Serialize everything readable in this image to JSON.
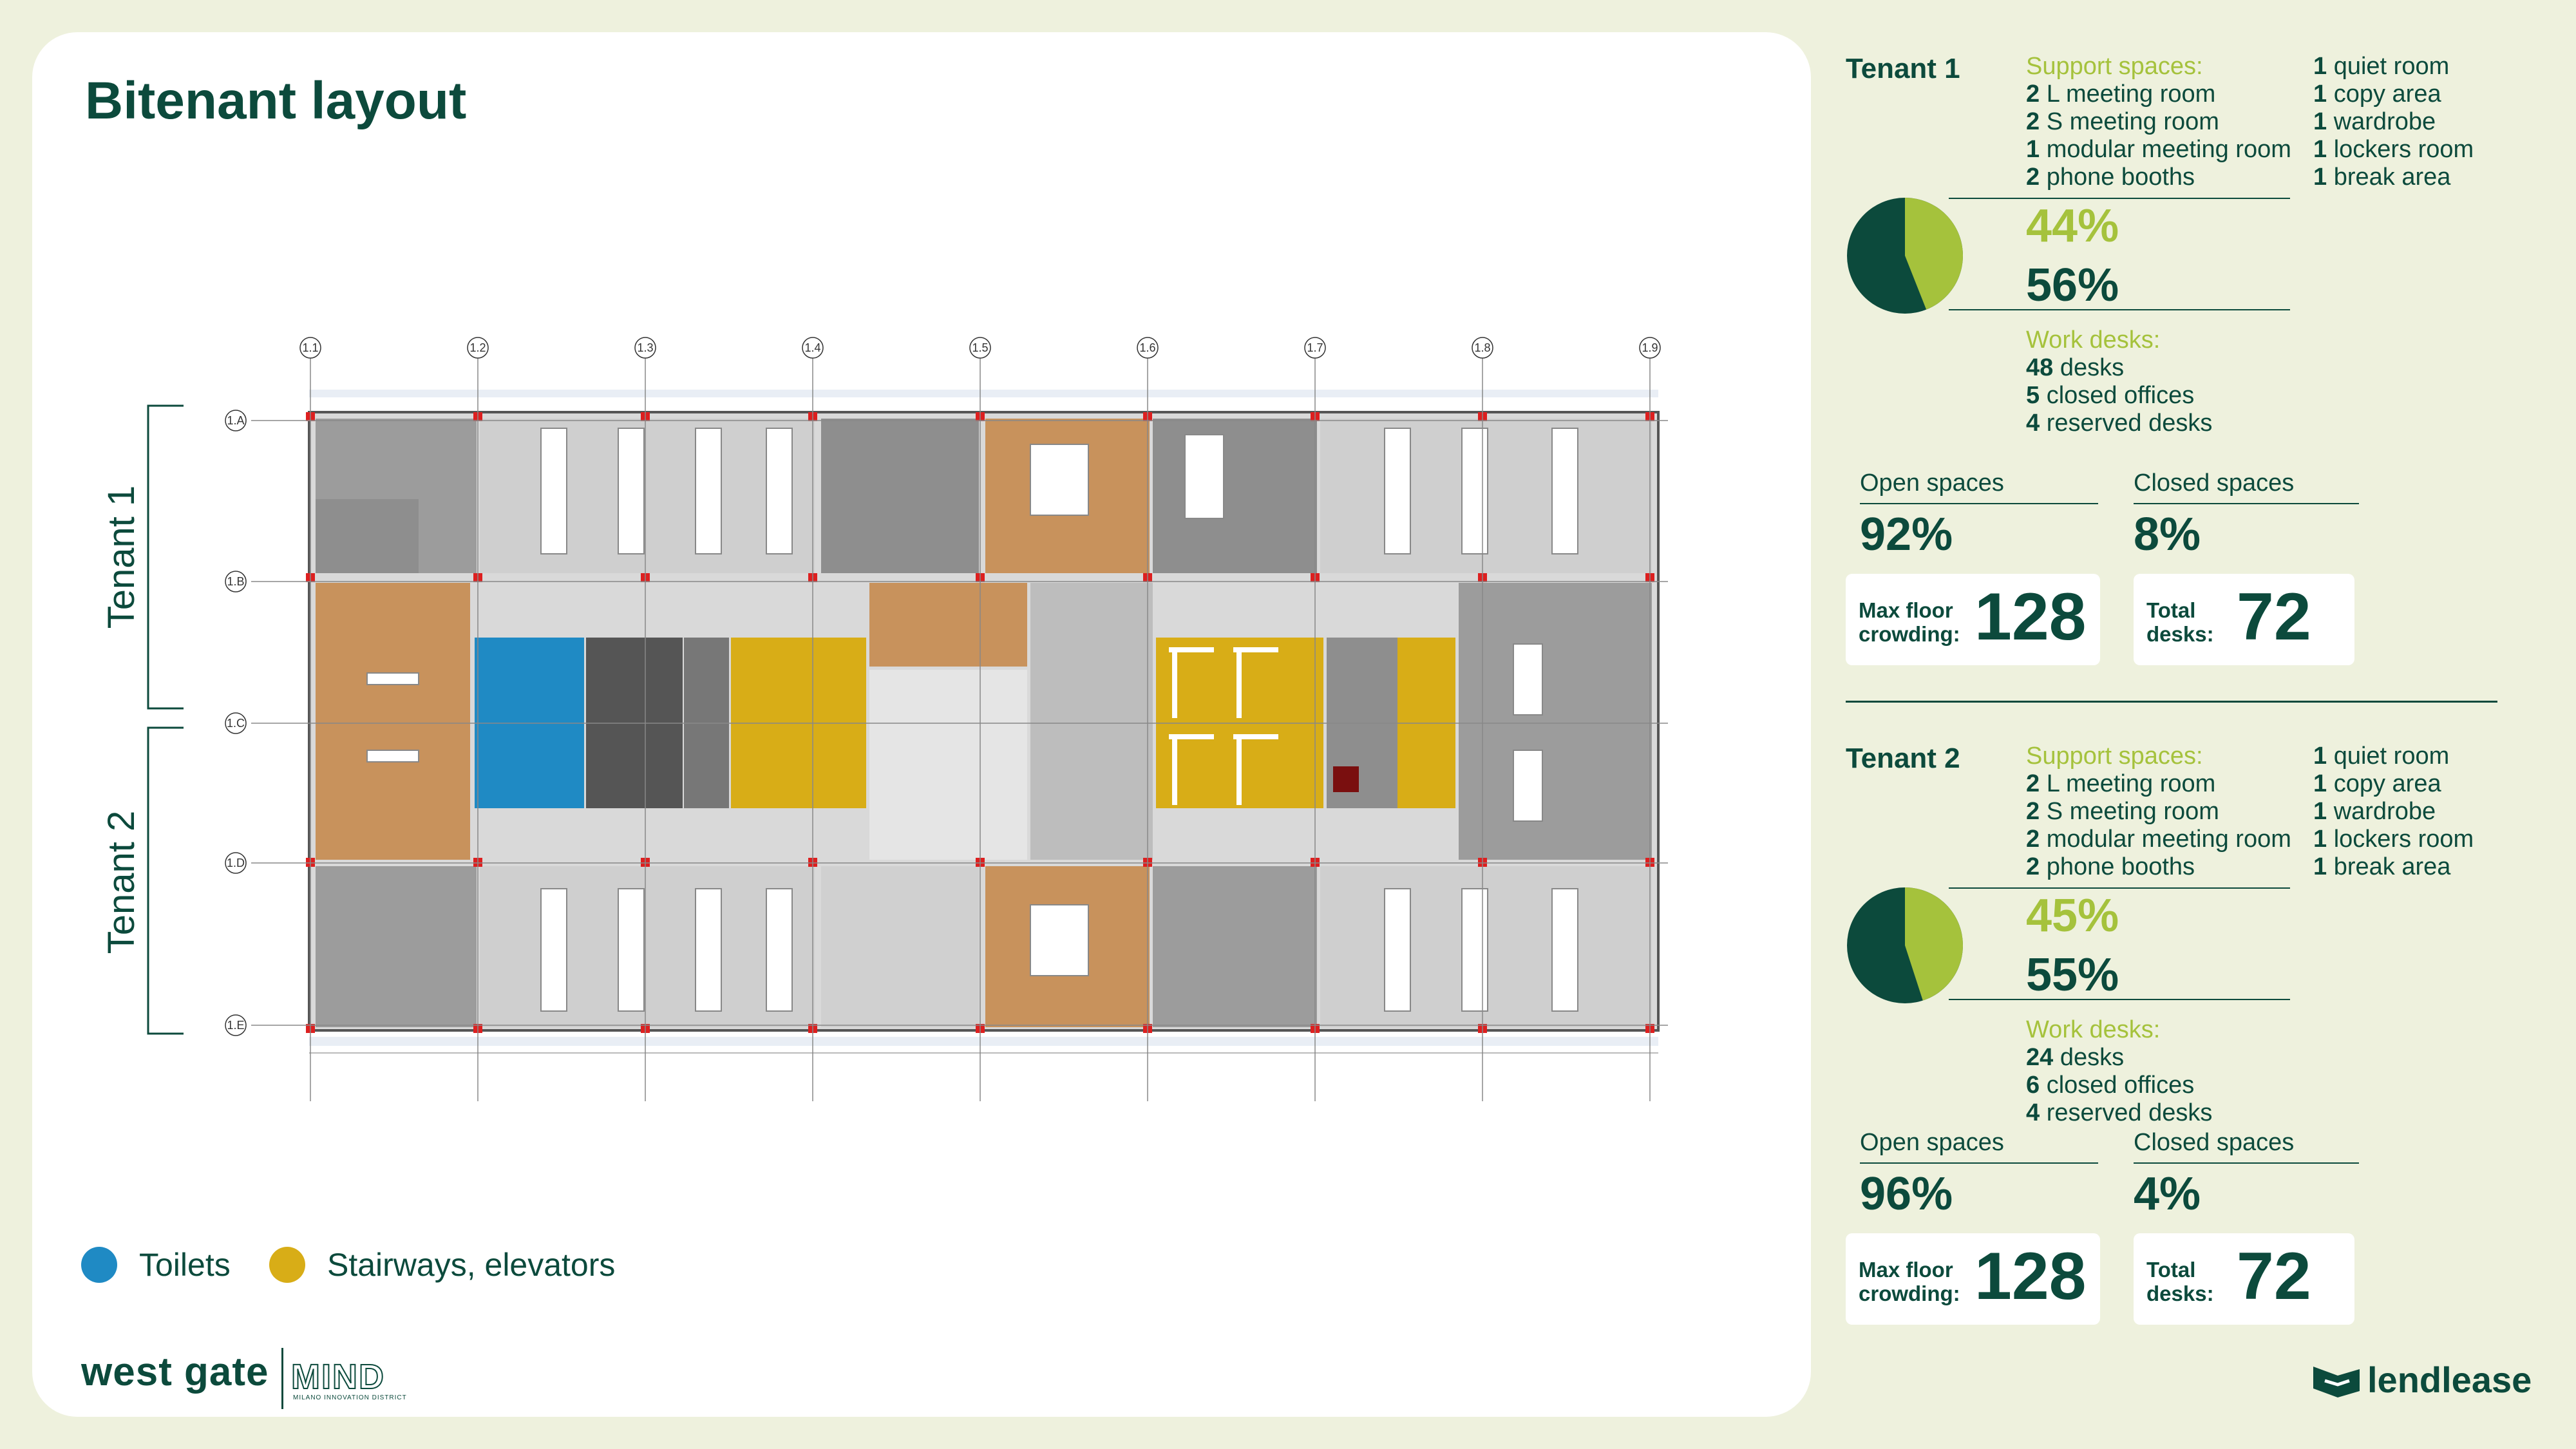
{
  "title": "Bitenant layout",
  "plan": {
    "tenant1_label": "Tenant 1",
    "tenant2_label": "Tenant 2",
    "grid_columns": [
      "1.1",
      "1.2",
      "1.3",
      "1.4",
      "1.5",
      "1.6",
      "1.7",
      "1.8",
      "1.9"
    ],
    "grid_rows": [
      "1.A",
      "1.B",
      "1.C",
      "1.D",
      "1.E"
    ]
  },
  "legend": [
    {
      "label": "Toilets",
      "color": "#1f8ac4"
    },
    {
      "label": "Stairways, elevators",
      "color": "#d8ad17"
    }
  ],
  "colors": {
    "brand_dark": "#0c4a3c",
    "brand_light": "#a5c23c",
    "page_bg": "#eef1dd",
    "toilets": "#1f8ac4",
    "stairs": "#d8ad17"
  },
  "logos": {
    "west_gate": "west gate",
    "mind": "MIND",
    "mind_sub": "MILANO INNOVATION DISTRICT",
    "lendlease": "lendlease"
  },
  "tenants": [
    {
      "name": "Tenant 1",
      "support_label": "Support spaces:",
      "support": [
        {
          "n": "2",
          "t": "L meeting room"
        },
        {
          "n": "2",
          "t": "S meeting room"
        },
        {
          "n": "1",
          "t": "modular meeting room"
        },
        {
          "n": "2",
          "t": "phone booths"
        }
      ],
      "other": [
        {
          "n": "1",
          "t": "quiet room"
        },
        {
          "n": "1",
          "t": "copy area"
        },
        {
          "n": "1",
          "t": "wardrobe"
        },
        {
          "n": "1",
          "t": "lockers room"
        },
        {
          "n": "1",
          "t": "break area"
        }
      ],
      "support_pct": 44,
      "work_pct": 56,
      "support_pct_label": "44%",
      "work_pct_label": "56%",
      "work_label": "Work desks:",
      "work": [
        {
          "n": "48",
          "t": "desks"
        },
        {
          "n": "5",
          "t": "closed offices"
        },
        {
          "n": "4",
          "t": "reserved desks"
        }
      ],
      "open_label": "Open spaces",
      "open_value": "92%",
      "closed_label": "Closed spaces",
      "closed_value": "8%",
      "max_label_1": "Max floor",
      "max_label_2": "crowding:",
      "max_value": "128",
      "total_label_1": "Total",
      "total_label_2": "desks:",
      "total_value": "72"
    },
    {
      "name": "Tenant 2",
      "support_label": "Support spaces:",
      "support": [
        {
          "n": "2",
          "t": "L meeting room"
        },
        {
          "n": "2",
          "t": "S meeting room"
        },
        {
          "n": "2",
          "t": "modular meeting room"
        },
        {
          "n": "2",
          "t": "phone booths"
        }
      ],
      "other": [
        {
          "n": "1",
          "t": "quiet room"
        },
        {
          "n": "1",
          "t": "copy area"
        },
        {
          "n": "1",
          "t": "wardrobe"
        },
        {
          "n": "1",
          "t": "lockers room"
        },
        {
          "n": "1",
          "t": "break area"
        }
      ],
      "support_pct": 45,
      "work_pct": 55,
      "support_pct_label": "45%",
      "work_pct_label": "55%",
      "work_label": "Work desks:",
      "work": [
        {
          "n": "24",
          "t": "desks"
        },
        {
          "n": "6",
          "t": "closed offices"
        },
        {
          "n": "4",
          "t": "reserved desks"
        }
      ],
      "open_label": "Open spaces",
      "open_value": "96%",
      "closed_label": "Closed spaces",
      "closed_value": "4%",
      "max_label_1": "Max floor",
      "max_label_2": "crowding:",
      "max_value": "128",
      "total_label_1": "Total",
      "total_label_2": "desks:",
      "total_value": "72"
    }
  ]
}
